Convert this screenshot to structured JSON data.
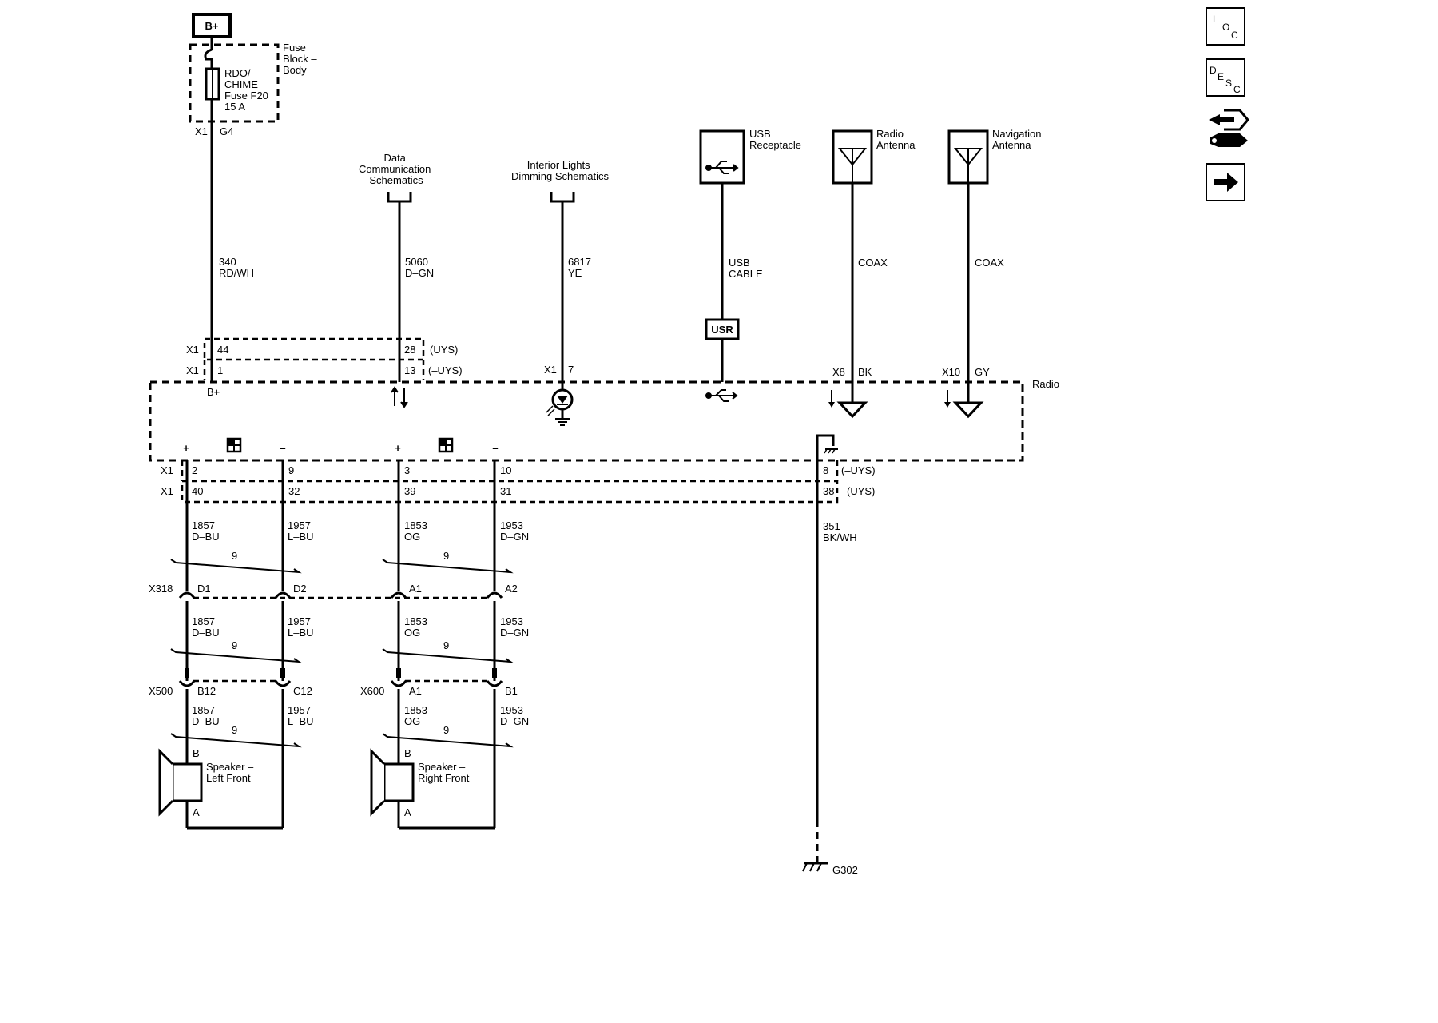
{
  "power": {
    "label": "B+"
  },
  "fuse_block": {
    "title_lines": [
      "Fuse",
      "Block –",
      "Body"
    ],
    "fuse_lines": [
      "RDO/",
      "CHIME",
      "Fuse F20",
      "15 A"
    ],
    "connector": "X1",
    "pin": "G4"
  },
  "power_wire": {
    "circuit": "340",
    "color": "RD/WH"
  },
  "radio_connectors": {
    "x1_44": "44",
    "x1_1": "1",
    "x1_28": "28",
    "x1_13": "13",
    "uys": "(UYS)",
    "not_uys": "(–UYS)",
    "x1": "X1",
    "b_plus": "B+",
    "x1_7": "7",
    "x8": "X8",
    "x8_pin": "BK",
    "x10": "X10",
    "x10_pin": "GY"
  },
  "data_comm": {
    "title_lines": [
      "Data",
      "Communication",
      "Schematics"
    ],
    "circuit": "5060",
    "color": "D–GN"
  },
  "dimming": {
    "title_lines": [
      "Interior Lights",
      "Dimming Schematics"
    ],
    "circuit": "6817",
    "color": "YE"
  },
  "usb": {
    "title_lines": [
      "USB",
      "Receptacle"
    ],
    "cable_lines": [
      "USB",
      "CABLE"
    ],
    "box_label": "USR"
  },
  "radio_antenna": {
    "title_lines": [
      "Radio",
      "Antenna"
    ],
    "cable": "COAX"
  },
  "nav_antenna": {
    "title_lines": [
      "Navigation",
      "Antenna"
    ],
    "cable": "COAX"
  },
  "radio": {
    "label": "Radio",
    "plus": "+",
    "minus": "–"
  },
  "speaker_pins": {
    "lf_plus_a": "2",
    "lf_plus_b": "40",
    "lf_minus_a": "9",
    "lf_minus_b": "32",
    "rf_plus_a": "3",
    "rf_plus_b": "39",
    "rf_minus_a": "10",
    "rf_minus_b": "31",
    "gnd_a": "8",
    "gnd_b": "38"
  },
  "wires": {
    "lf_plus": {
      "circuit": "1857",
      "color": "D–BU"
    },
    "lf_minus": {
      "circuit": "1957",
      "color": "L–BU"
    },
    "rf_plus": {
      "circuit": "1853",
      "color": "OG"
    },
    "rf_minus": {
      "circuit": "1953",
      "color": "D–GN"
    },
    "ground": {
      "circuit": "351",
      "color": "BK/WH"
    },
    "twist": "9"
  },
  "inline_x318": {
    "name": "X318",
    "d1": "D1",
    "d2": "D2",
    "a1": "A1",
    "a2": "A2"
  },
  "inline_x500": {
    "name": "X500",
    "b12": "B12",
    "c12": "C12"
  },
  "inline_x600": {
    "name": "X600",
    "a1": "A1",
    "b1": "B1"
  },
  "speaker_lf": {
    "name_lines": [
      "Speaker –",
      "Left Front"
    ],
    "pin_b": "B",
    "pin_a": "A"
  },
  "speaker_rf": {
    "name_lines": [
      "Speaker –",
      "Right Front"
    ],
    "pin_b": "B",
    "pin_a": "A"
  },
  "ground_point": {
    "label": "G302"
  },
  "side_buttons": {
    "loc": [
      "L",
      "O",
      "C"
    ],
    "desc": [
      "D",
      "E",
      "S",
      "C"
    ],
    "repair_icon": "wrench-connector-icon",
    "next_icon": "arrow-right-icon"
  }
}
